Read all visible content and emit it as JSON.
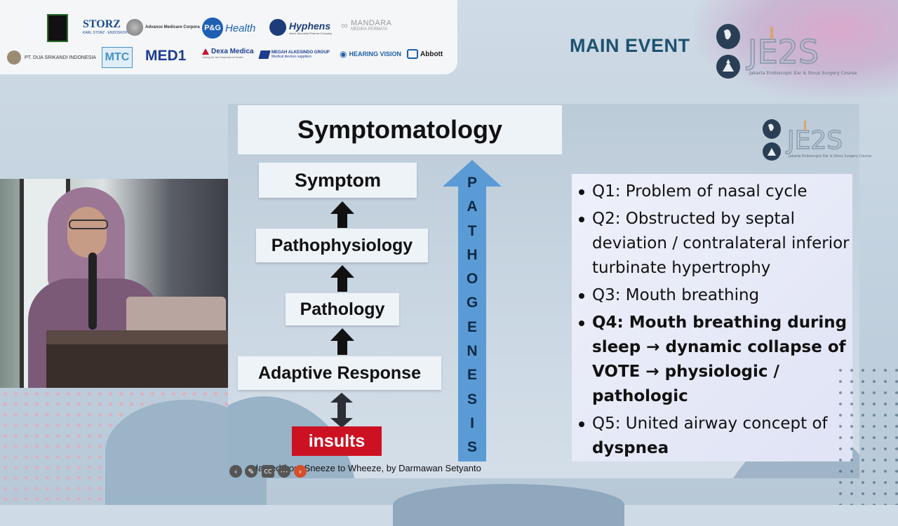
{
  "sponsors": {
    "row1": [
      "STORZ",
      "Advance Medicare Corpora",
      "P&G Health",
      "Hyphens",
      "MANDARA"
    ],
    "row1_sub": {
      "storz": "KARL STORZ · ENDOSKOPE",
      "mandara": "MEDIKA PERMATA",
      "hyphens": "Asia's Specialty Pharma Company"
    },
    "row2": [
      "PT. DUA SRIKANDI INDONESIA",
      "MTC",
      "MED1",
      "Dexa Medica",
      "MEGAH ALKESINDO GROUP",
      "HEARING VISION",
      "Abbott"
    ],
    "row2_sub": {
      "megah": "Medical devices suppliers",
      "dexa": "Caring for the Essential of Health"
    }
  },
  "event": {
    "label": "MAIN EVENT",
    "logo_text": "JE2S",
    "logo_sub": "Jakarta Endoscopic Ear & Sinus Surgery Course"
  },
  "slide": {
    "title": "Symptomatology",
    "steps": [
      "Symptom",
      "Pathophysiology",
      "Pathology",
      "Adaptive Response"
    ],
    "insults": "insults",
    "pathogenesis_letters": [
      "P",
      "A",
      "T",
      "H",
      "O",
      "G",
      "E",
      "N",
      "E",
      "S",
      "I",
      "S"
    ],
    "questions": [
      {
        "text": "Q1: Problem of nasal cycle",
        "bold": false
      },
      {
        "text": "Q2: Obstructed by septal deviation / contralateral inferior turbinate hypertrophy",
        "bold": false
      },
      {
        "text": "Q3: Mouth breathing",
        "bold": false
      },
      {
        "text": "Q4: Mouth breathing during sleep → dynamic collapse of VOTE → physiologic / pathologic",
        "bold": true
      },
      {
        "text": "Q5: United airway concept of",
        "bold": false,
        "tail_bold": "dyspnea"
      }
    ],
    "citation": "Adapted from Sneeze to Wheeze, by Darmawan Setyanto"
  },
  "colors": {
    "title_blue": "#1e5170",
    "arrow_blue": "#5b9bd5",
    "insults_red": "#cc1122"
  },
  "controls": [
    "back-icon",
    "pen-icon",
    "subtitles-icon",
    "more-icon",
    "next-icon"
  ]
}
